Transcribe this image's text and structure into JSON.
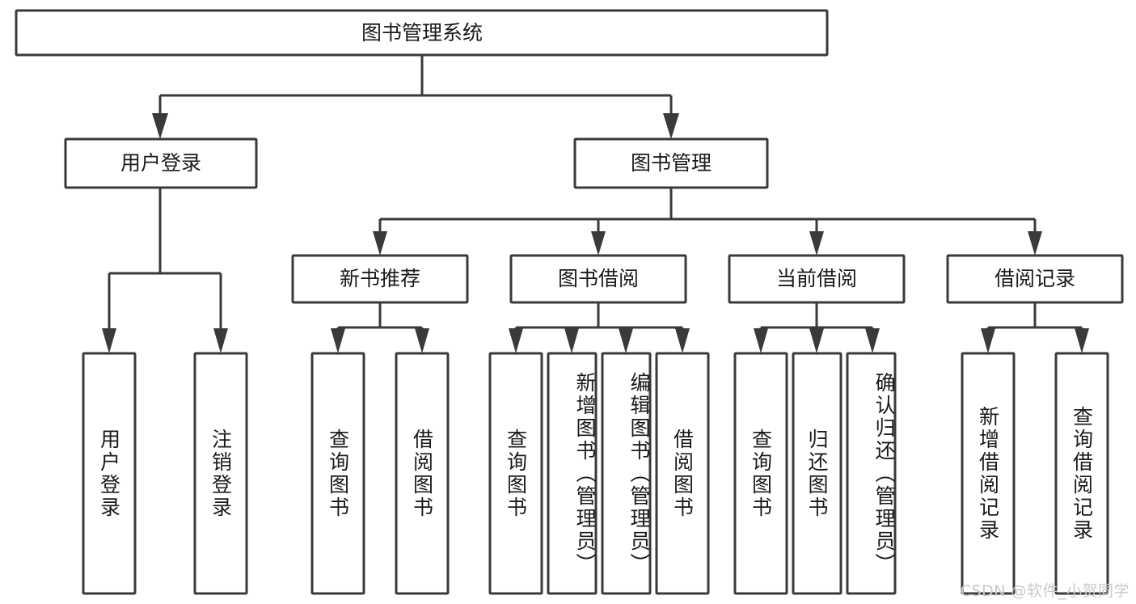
{
  "diagram": {
    "title": "图书管理系统",
    "type": "hierarchy-tree",
    "orientation": "top-down",
    "colors": {
      "box_fill": "#ffffff",
      "box_stroke": "#3a3a3a",
      "text": "#1a1a1a",
      "background": "#ffffff",
      "watermark": "#c9c9c9"
    },
    "root": {
      "label": "图书管理系统",
      "level": 0
    },
    "level1": [
      {
        "label": "用户登录",
        "level": 1
      },
      {
        "label": "图书管理",
        "level": 1
      }
    ],
    "level2": [
      {
        "label": "新书推荐",
        "level": 2,
        "parent": "图书管理"
      },
      {
        "label": "图书借阅",
        "level": 2,
        "parent": "图书管理"
      },
      {
        "label": "当前借阅",
        "level": 2,
        "parent": "图书管理"
      },
      {
        "label": "借阅记录",
        "level": 2,
        "parent": "图书管理"
      }
    ],
    "leaves": {
      "user_login": [
        {
          "label": "用户登录"
        },
        {
          "label": "注销登录"
        }
      ],
      "new_book_recommend": [
        {
          "label": "查询图书"
        },
        {
          "label": "借阅图书"
        }
      ],
      "book_borrow": [
        {
          "label": "查询图书"
        },
        {
          "label": "新增图书（管理员）"
        },
        {
          "label": "编辑图书（管理员）"
        },
        {
          "label": "借阅图书"
        }
      ],
      "current_borrow": [
        {
          "label": "查询图书"
        },
        {
          "label": "归还图书"
        },
        {
          "label": "确认归还（管理员）"
        }
      ],
      "borrow_record": [
        {
          "label": "新增借阅记录"
        },
        {
          "label": "查询借阅记录"
        }
      ]
    },
    "watermark": "CSDN @软件_小贺同学"
  }
}
